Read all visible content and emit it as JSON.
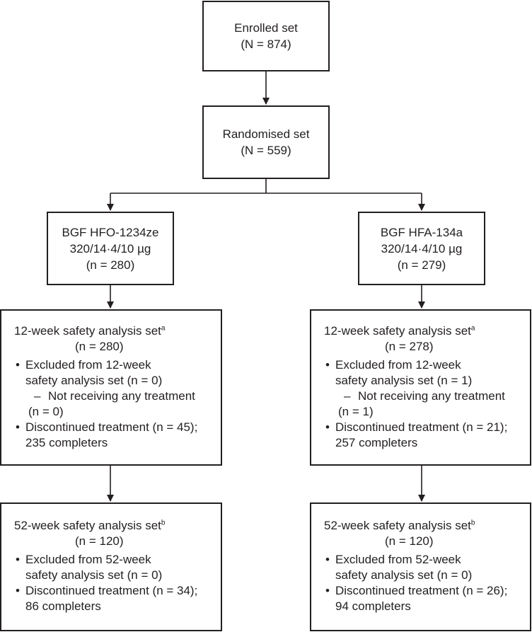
{
  "enrolled": {
    "line1": "Enrolled set",
    "line2": "(N = 874)"
  },
  "randomised": {
    "line1": "Randomised set",
    "line2": "(N = 559)"
  },
  "arms": [
    {
      "name": "BGF HFO-1234ze",
      "dose": "320/14·4/10 µg",
      "n": "(n = 280)",
      "week12": {
        "title": "12-week safety analysis set",
        "footnote": "a",
        "n": "(n = 280)",
        "excluded_line1": "Excluded from 12-week",
        "excluded_line2": "safety analysis set (n = 0)",
        "sub_line1": "Not receiving any treatment",
        "sub_line2": "(n = 0)",
        "disc_line1": "Discontinued treatment (n = 45);",
        "disc_line2": "235 completers"
      },
      "week52": {
        "title": "52-week safety analysis set",
        "footnote": "b",
        "n": "(n = 120)",
        "excluded_line1": "Excluded from 52-week",
        "excluded_line2": "safety analysis set (n = 0)",
        "disc_line1": "Discontinued treatment (n = 34);",
        "disc_line2": "86 completers"
      }
    },
    {
      "name": "BGF HFA-134a",
      "dose": "320/14·4/10 µg",
      "n": "(n = 279)",
      "week12": {
        "title": "12-week safety analysis set",
        "footnote": "a",
        "n": "(n = 278)",
        "excluded_line1": "Excluded from 12-week",
        "excluded_line2": "safety analysis set (n = 1)",
        "sub_line1": "Not receiving any treatment",
        "sub_line2": "(n = 1)",
        "disc_line1": "Discontinued treatment (n = 21);",
        "disc_line2": "257 completers"
      },
      "week52": {
        "title": "52-week safety analysis set",
        "footnote": "b",
        "n": "(n = 120)",
        "excluded_line1": "Excluded from 52-week",
        "excluded_line2": "safety analysis set (n = 0)",
        "disc_line1": "Discontinued treatment (n = 26);",
        "disc_line2": "94 completers"
      }
    }
  ],
  "symbols": {
    "bullet": "•",
    "dash": "–"
  },
  "colors": {
    "line": "#231f20",
    "background": "#ffffff"
  }
}
